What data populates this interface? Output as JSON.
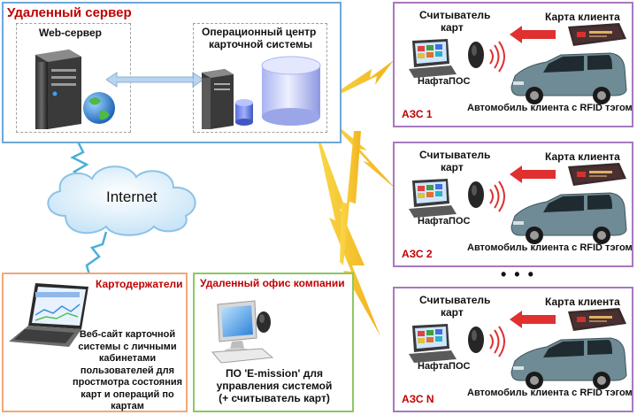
{
  "remote_server": {
    "title": "Удаленный сервер",
    "web_server_label": "Web-сервер",
    "processing_center_line1": "Операционный центр",
    "processing_center_line2": "карточной системы"
  },
  "internet": {
    "label": "Internet"
  },
  "cardholders": {
    "title": "Картодержатели",
    "desc_lines": [
      "Веб-сайт карточной",
      "системы с личными",
      "кабинетами",
      "пользователей для",
      "простмотра состояния",
      "карт и операций по",
      "картам"
    ]
  },
  "remote_office": {
    "title": "Удаленный офис компании",
    "desc_lines": [
      "ПО 'E-mission' для",
      "управления системой",
      "(+ считыватель карт)"
    ]
  },
  "stations": [
    {
      "name": "АЗС 1",
      "reader_line1": "Считыватель",
      "reader_line2": "карт",
      "pos": "НафтаПОС",
      "card": "Карта клиента",
      "car": "Автомобиль клиента с RFID тэгом"
    },
    {
      "name": "АЗС 2",
      "reader_line1": "Считыватель",
      "reader_line2": "карт",
      "pos": "НафтаПОС",
      "card": "Карта клиента",
      "car": "Автомобиль клиента с RFID тэгом"
    },
    {
      "name": "АЗС N",
      "reader_line1": "Считыватель",
      "reader_line2": "карт",
      "pos": "НафтаПОС",
      "card": "Карта клиента",
      "car": "Автомобиль клиента с RFID тэгом"
    }
  ],
  "ellipsis": "• • •",
  "colors": {
    "server_border": "#6fa8d8",
    "cardholders_border": "#f0a878",
    "office_border": "#8cc860",
    "station_border": "#a878c0",
    "title_red": "#c00000",
    "lightning": "#f5c230",
    "arrow_red": "#e03030"
  }
}
